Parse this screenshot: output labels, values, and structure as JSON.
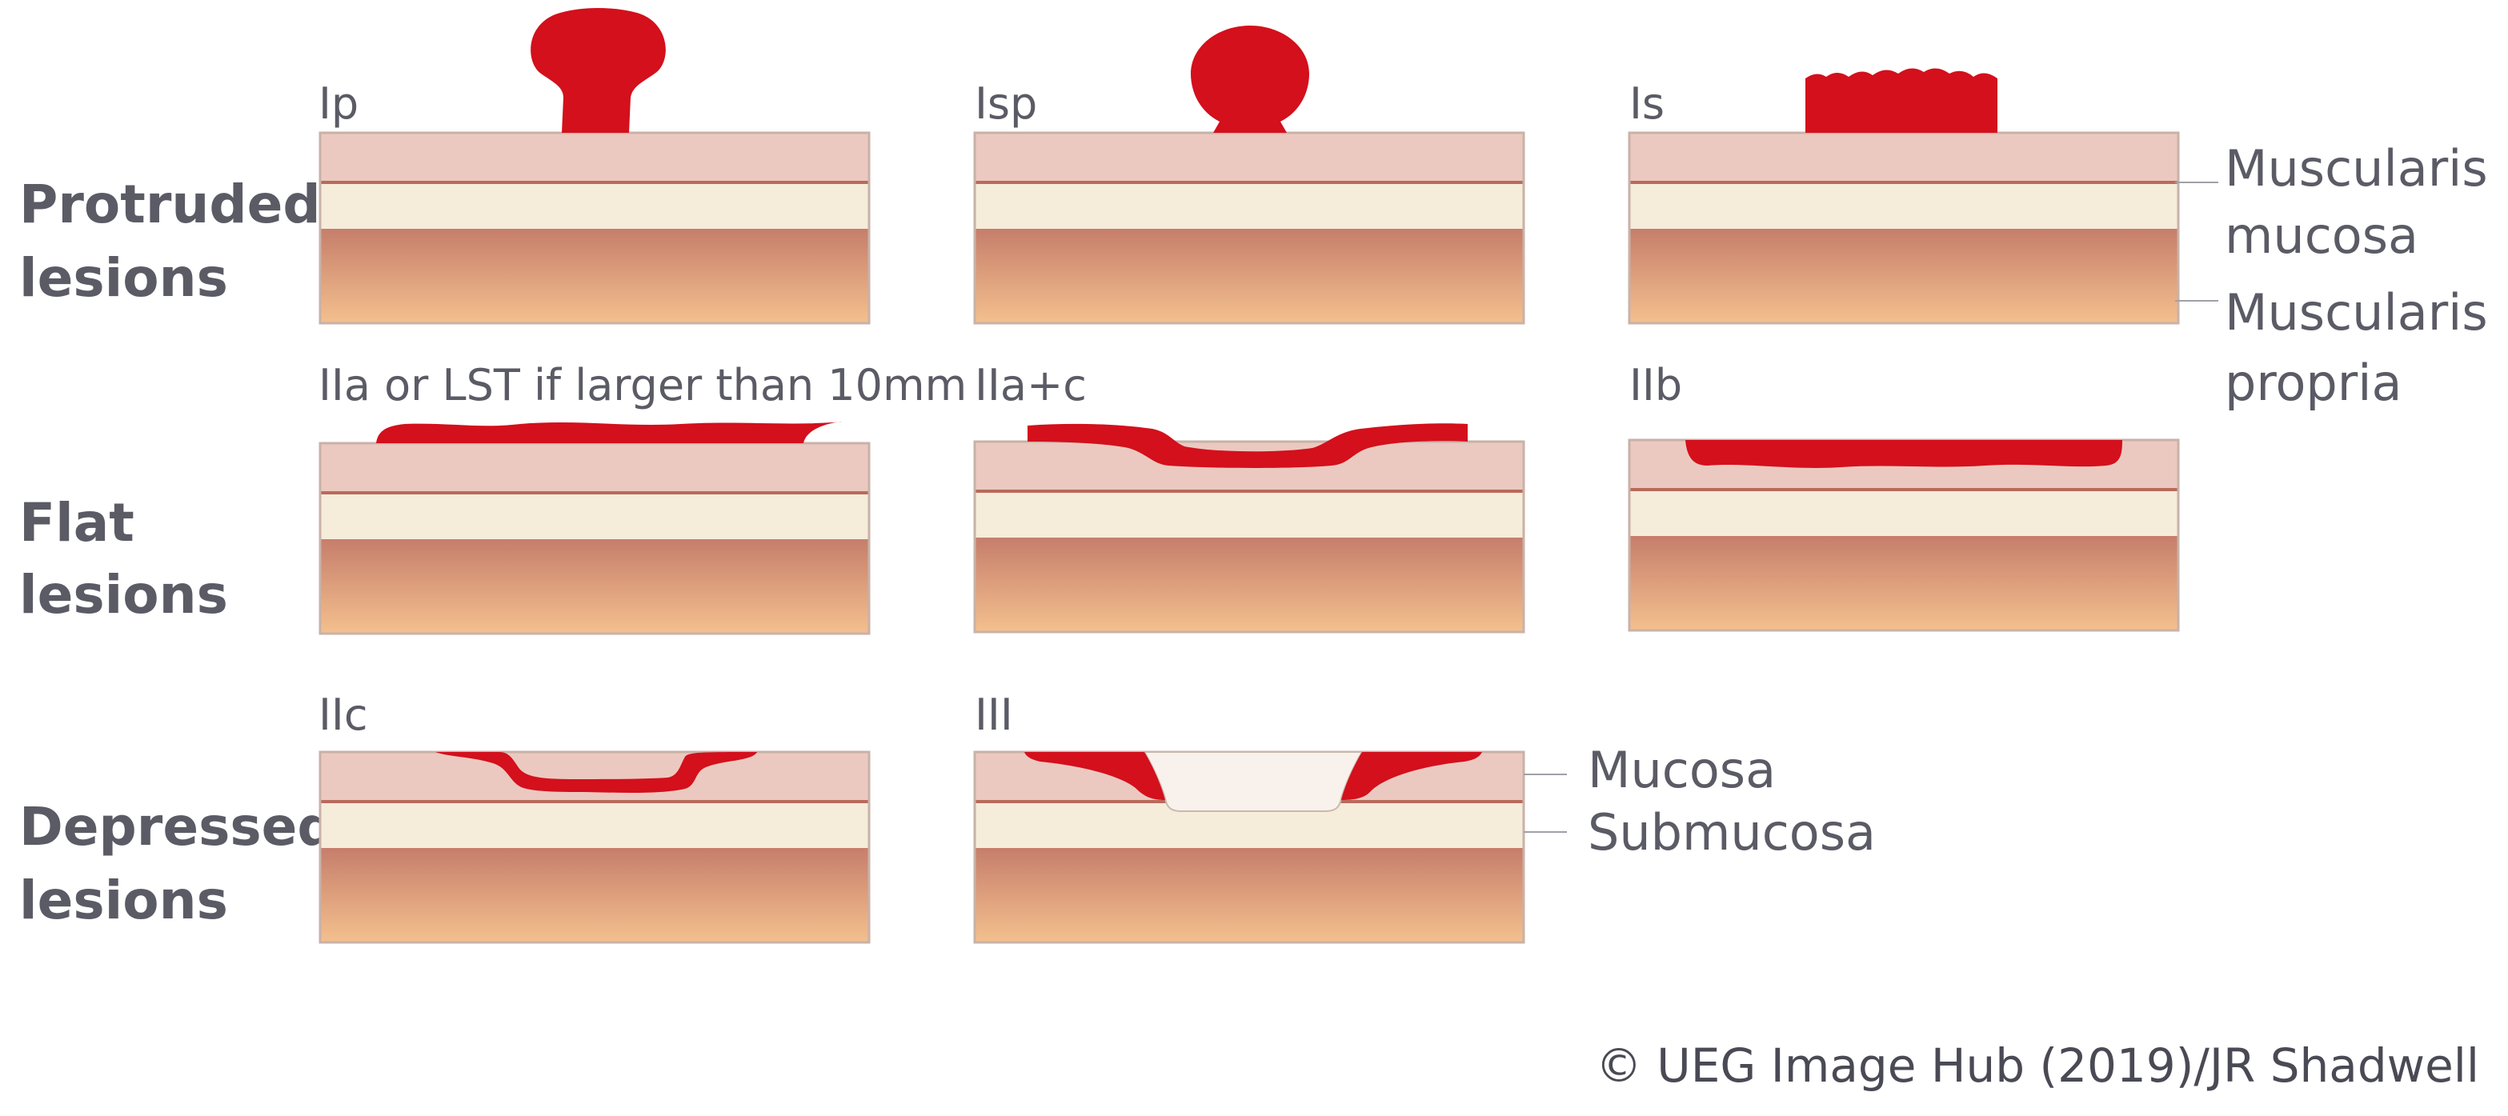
{
  "rows": [
    {
      "title_line1": "Protruded",
      "title_line2": "lesions"
    },
    {
      "title_line1": "Flat",
      "title_line2": "lesions"
    },
    {
      "title_line1": "Depressed",
      "title_line2": "lesions"
    }
  ],
  "panels": {
    "ip": "Ip",
    "isp": "Isp",
    "is": "Is",
    "iia": "IIa or LST if larger than 10mm",
    "iiac": "IIa+c",
    "iib": "IIb",
    "iic": "IIc",
    "iii": "III"
  },
  "layers": {
    "muscularis_mucosa_line1": "Muscularis",
    "muscularis_mucosa_line2": "mucosa",
    "muscularis_propria_line1": "Muscularis",
    "muscularis_propria_line2": "propria",
    "mucosa": "Mucosa",
    "submucosa": "Submucosa"
  },
  "copyright": "© UEG Image Hub (2019)/JR Shadwell",
  "colors": {
    "lesion": "#d3101c",
    "mucosa": "#ecc9c0",
    "submucosa": "#f6ecda",
    "muscularis_propria_top": "#c67e6b",
    "muscularis_propria_bottom": "#f4c08e",
    "text": "#5b5b66"
  }
}
